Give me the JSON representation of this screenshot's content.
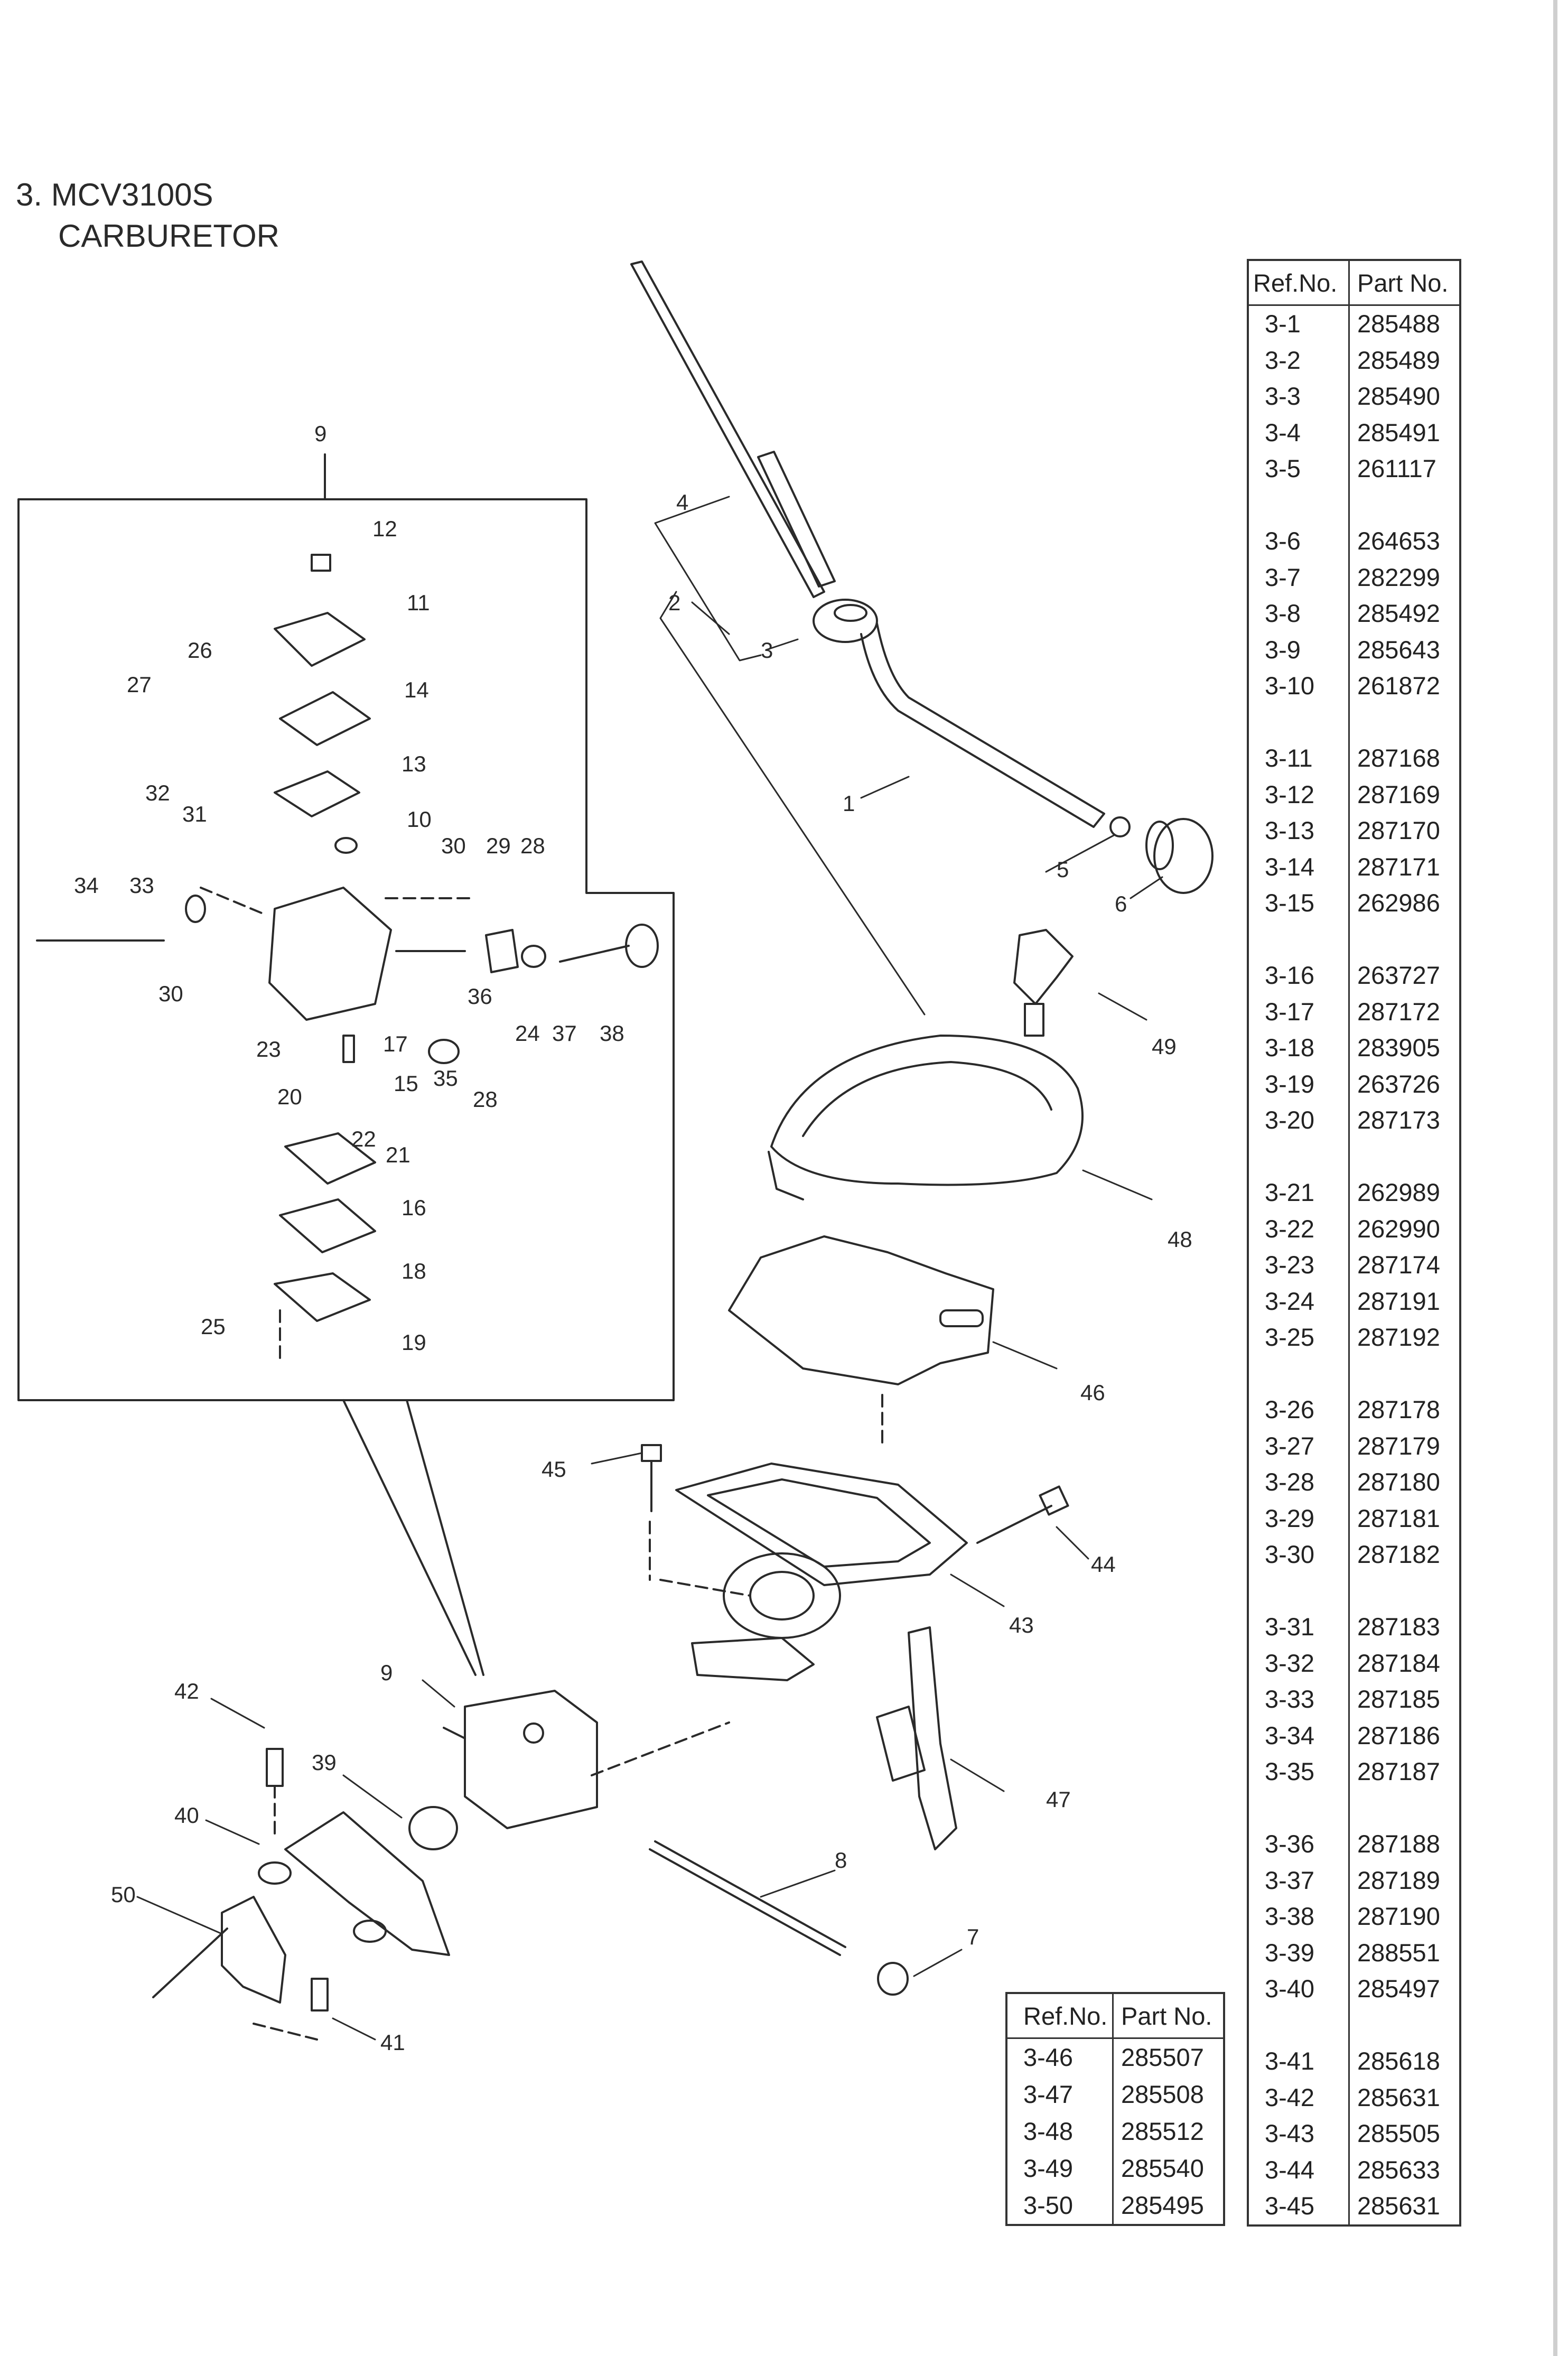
{
  "title": {
    "line1": "3. MCV3100S",
    "line2": "CARBURETOR"
  },
  "table_header": {
    "ref": "Ref.No.",
    "part": "Part No."
  },
  "main_table": {
    "groups": [
      [
        [
          "3-1",
          "285488"
        ],
        [
          "3-2",
          "285489"
        ],
        [
          "3-3",
          "285490"
        ],
        [
          "3-4",
          "285491"
        ],
        [
          "3-5",
          "261117"
        ]
      ],
      [
        [
          "3-6",
          "264653"
        ],
        [
          "3-7",
          "282299"
        ],
        [
          "3-8",
          "285492"
        ],
        [
          "3-9",
          "285643"
        ],
        [
          "3-10",
          "261872"
        ]
      ],
      [
        [
          "3-11",
          "287168"
        ],
        [
          "3-12",
          "287169"
        ],
        [
          "3-13",
          "287170"
        ],
        [
          "3-14",
          "287171"
        ],
        [
          "3-15",
          "262986"
        ]
      ],
      [
        [
          "3-16",
          "263727"
        ],
        [
          "3-17",
          "287172"
        ],
        [
          "3-18",
          "283905"
        ],
        [
          "3-19",
          "263726"
        ],
        [
          "3-20",
          "287173"
        ]
      ],
      [
        [
          "3-21",
          "262989"
        ],
        [
          "3-22",
          "262990"
        ],
        [
          "3-23",
          "287174"
        ],
        [
          "3-24",
          "287191"
        ],
        [
          "3-25",
          "287192"
        ]
      ],
      [
        [
          "3-26",
          "287178"
        ],
        [
          "3-27",
          "287179"
        ],
        [
          "3-28",
          "287180"
        ],
        [
          "3-29",
          "287181"
        ],
        [
          "3-30",
          "287182"
        ]
      ],
      [
        [
          "3-31",
          "287183"
        ],
        [
          "3-32",
          "287184"
        ],
        [
          "3-33",
          "287185"
        ],
        [
          "3-34",
          "287186"
        ],
        [
          "3-35",
          "287187"
        ]
      ],
      [
        [
          "3-36",
          "287188"
        ],
        [
          "3-37",
          "287189"
        ],
        [
          "3-38",
          "287190"
        ],
        [
          "3-39",
          "288551"
        ],
        [
          "3-40",
          "285497"
        ]
      ],
      [
        [
          "3-41",
          "285618"
        ],
        [
          "3-42",
          "285631"
        ],
        [
          "3-43",
          "285505"
        ],
        [
          "3-44",
          "285633"
        ],
        [
          "3-45",
          "285631"
        ]
      ]
    ]
  },
  "small_table": {
    "rows": [
      [
        "3-46",
        "285507"
      ],
      [
        "3-47",
        "285508"
      ],
      [
        "3-48",
        "285512"
      ],
      [
        "3-49",
        "285540"
      ],
      [
        "3-50",
        "285495"
      ]
    ]
  },
  "callouts": {
    "c1": "1",
    "c2": "2",
    "c3": "3",
    "c4": "4",
    "c5": "5",
    "c6": "6",
    "c7": "7",
    "c8": "8",
    "c9a": "9",
    "c9b": "9",
    "c10": "10",
    "c11": "11",
    "c12": "12",
    "c13": "13",
    "c14": "14",
    "c15": "15",
    "c16": "16",
    "c17": "17",
    "c18": "18",
    "c19": "19",
    "c20": "20",
    "c21": "21",
    "c22": "22",
    "c23": "23",
    "c24": "24",
    "c25": "25",
    "c26": "26",
    "c27": "27",
    "c28a": "28",
    "c28b": "28",
    "c29": "29",
    "c30a": "30",
    "c30b": "30",
    "c31": "31",
    "c32": "32",
    "c33": "33",
    "c34": "34",
    "c35": "35",
    "c36": "36",
    "c37": "37",
    "c38": "38",
    "c39": "39",
    "c40": "40",
    "c41": "41",
    "c42": "42",
    "c43": "43",
    "c44": "44",
    "c45": "45",
    "c46": "46",
    "c47": "47",
    "c48": "48",
    "c49": "49",
    "c50": "50"
  }
}
